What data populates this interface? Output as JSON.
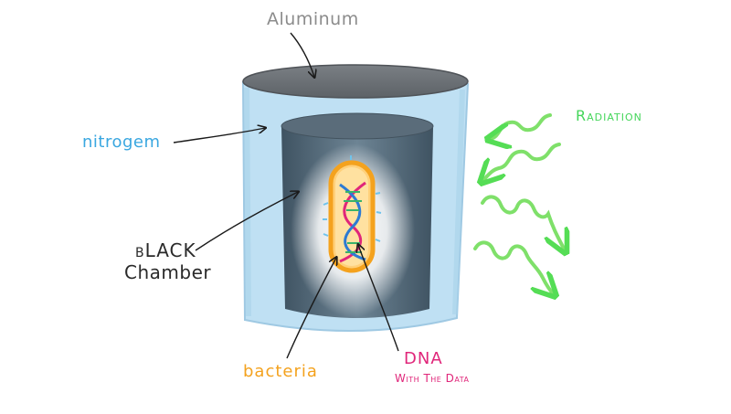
{
  "labels": {
    "aluminum": "Aluminum",
    "nitrogen": "nitrogem",
    "radiation": "Radiation",
    "black_line1": "bLACK",
    "black_line2": "Chamber",
    "bacteria": "bacteria",
    "dna": "DNA",
    "dna_sub": "With The Data"
  },
  "colors": {
    "aluminum_text": "#8c8c8c",
    "nitrogen_text": "#3aa7e0",
    "radiation": "#44d65a",
    "bacteria": "#f4a21e",
    "dna": "#e0267a",
    "outer_lid": "#6f7479",
    "nitrogen_fill": "#bfe0f3",
    "chamber": "#4c5f6e"
  }
}
